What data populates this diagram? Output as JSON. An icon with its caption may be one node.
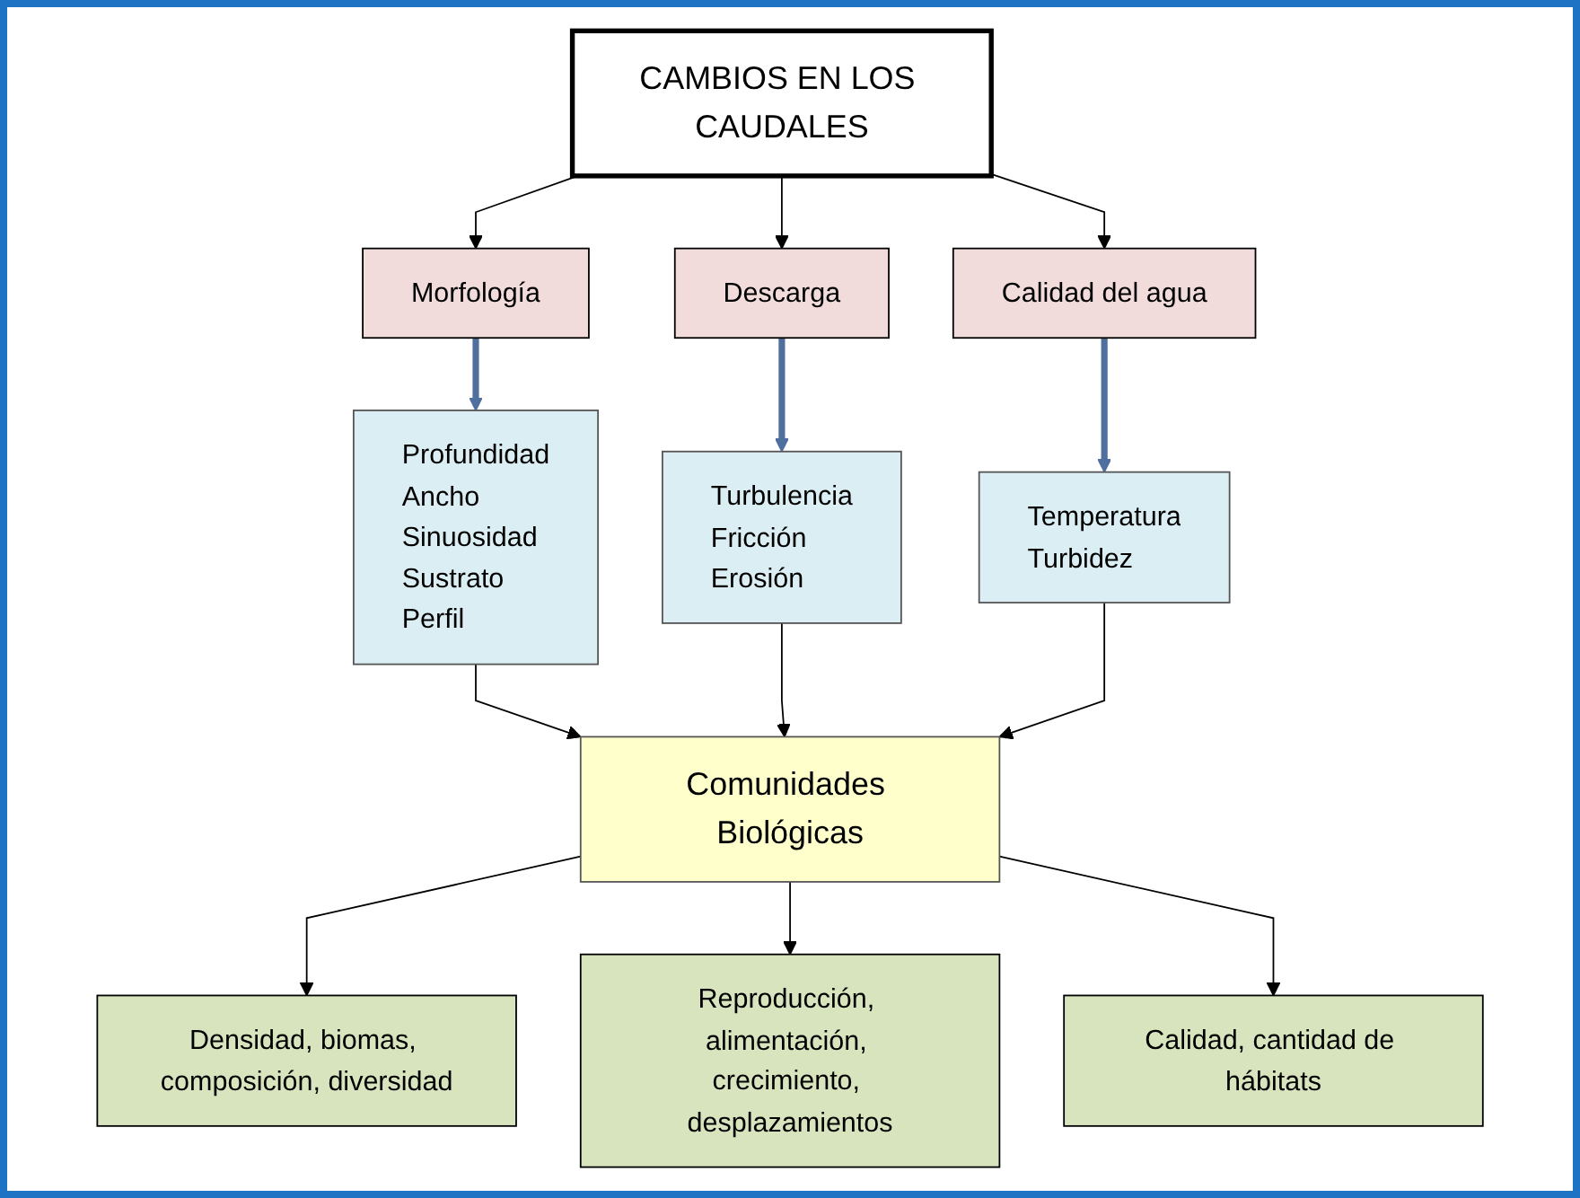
{
  "diagram": {
    "nodes": [
      {
        "text": [
          "CAMBIOS EN LOS CAUDALES"
        ]
      },
      {
        "text": [
          "Morfología"
        ]
      },
      {
        "text": [
          "Descarga"
        ]
      },
      {
        "text": [
          "Calidad del agua"
        ]
      },
      {
        "text": [
          "Profundidad",
          "Ancho",
          "Sinuosidad",
          "Sustrato",
          "Perfil"
        ]
      },
      {
        "text": [
          "Turbulencia",
          "Fricción",
          "Erosión"
        ]
      },
      {
        "text": [
          "Temperatura",
          "Turbidez"
        ]
      },
      {
        "text": [
          "Comunidades Biológicas"
        ]
      },
      {
        "text": [
          "Densidad, biomas, composición, diversidad"
        ]
      },
      {
        "text": [
          "Reproducción, alimentación, crecimiento, desplazamientos"
        ]
      },
      {
        "text": [
          "Calidad, cantidad de hábitats"
        ]
      }
    ],
    "edges": [
      {
        "from": 0,
        "to": 1,
        "arrow": "to"
      },
      {
        "from": 0,
        "to": 2,
        "arrow": "to"
      },
      {
        "from": 0,
        "to": 3,
        "arrow": "to"
      },
      {
        "from": 1,
        "to": 4,
        "arrow": "to",
        "style": "thick",
        "color": "#4f6f9f"
      },
      {
        "from": 2,
        "to": 5,
        "arrow": "to",
        "style": "thick",
        "color": "#4f6f9f"
      },
      {
        "from": 3,
        "to": 6,
        "arrow": "to",
        "style": "thick",
        "color": "#4f6f9f"
      },
      {
        "from": 4,
        "to": 7,
        "arrow": "to"
      },
      {
        "from": 5,
        "to": 7,
        "arrow": "to"
      },
      {
        "from": 6,
        "to": 7,
        "arrow": "to"
      },
      {
        "from": 7,
        "to": 8,
        "arrow": "to"
      },
      {
        "from": 7,
        "to": 9,
        "arrow": "to"
      },
      {
        "from": 7,
        "to": 10,
        "arrow": "to"
      }
    ]
  }
}
